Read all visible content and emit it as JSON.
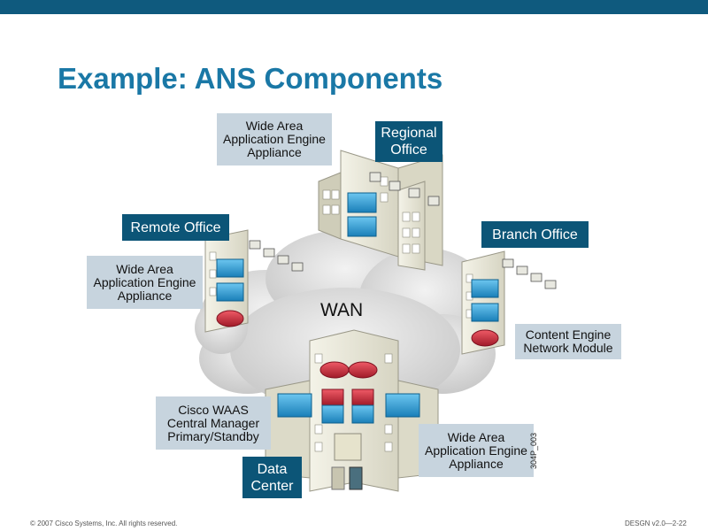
{
  "title": "Example: ANS Components",
  "labels": {
    "waae_top": "Wide Area\nApplication Engine\nAppliance",
    "regional_office": "Regional\nOffice",
    "remote_office": "Remote Office",
    "branch_office": "Branch Office",
    "waae_left": "Wide Area\nApplication Engine\nAppliance",
    "wan": "WAN",
    "content_engine": "Content Engine\nNetwork Module",
    "cisco_waas": "Cisco WAAS\nCentral Manager\nPrimary/Standby",
    "data_center": "Data\nCenter",
    "waae_bottom": "Wide Area\nApplication Engine\nAppliance",
    "figure_id": "304P_003"
  },
  "footer": {
    "copyright": "© 2007 Cisco Systems, Inc. All rights reserved.",
    "course": "DESGN v2.0—2-22"
  },
  "colors": {
    "header_bar": "#0f5a7e",
    "title": "#1a78a6",
    "label_dark": "#0c5577",
    "label_light": "#c7d4de",
    "device_blue": "#2c9fd6",
    "router_red": "#c8283a",
    "cloud": "#dadada"
  }
}
